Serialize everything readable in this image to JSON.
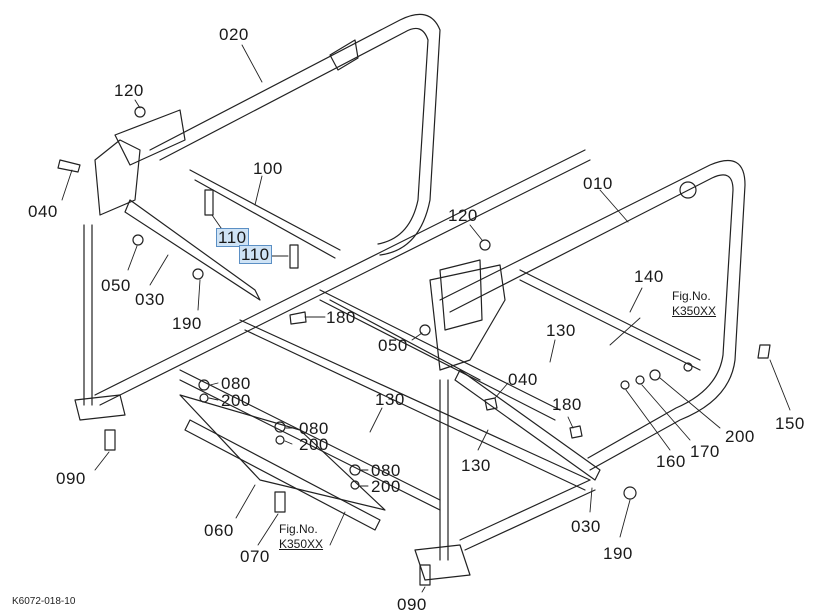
{
  "diagram": {
    "drawing_id": "K6072-018-10",
    "highlight_color": "#cfe3f5",
    "highlight_border": "#5b8fc4",
    "callouts": [
      {
        "id": "c020",
        "label": "020",
        "highlighted": false
      },
      {
        "id": "c120a",
        "label": "120",
        "highlighted": false
      },
      {
        "id": "c040a",
        "label": "040",
        "highlighted": false
      },
      {
        "id": "c100",
        "label": "100",
        "highlighted": false
      },
      {
        "id": "c110a",
        "label": "110",
        "highlighted": true
      },
      {
        "id": "c110b",
        "label": "110",
        "highlighted": true
      },
      {
        "id": "c050a",
        "label": "050",
        "highlighted": false
      },
      {
        "id": "c030a",
        "label": "030",
        "highlighted": false
      },
      {
        "id": "c190a",
        "label": "190",
        "highlighted": false
      },
      {
        "id": "c180a",
        "label": "180",
        "highlighted": false
      },
      {
        "id": "c010",
        "label": "010",
        "highlighted": false
      },
      {
        "id": "c120b",
        "label": "120",
        "highlighted": false
      },
      {
        "id": "c140",
        "label": "140",
        "highlighted": false
      },
      {
        "id": "c130a",
        "label": "130",
        "highlighted": false
      },
      {
        "id": "c050b",
        "label": "050",
        "highlighted": false
      },
      {
        "id": "c040b",
        "label": "040",
        "highlighted": false
      },
      {
        "id": "c080a",
        "label": "080",
        "highlighted": false
      },
      {
        "id": "c200a",
        "label": "200",
        "highlighted": false
      },
      {
        "id": "c130b",
        "label": "130",
        "highlighted": false
      },
      {
        "id": "c080b",
        "label": "080",
        "highlighted": false
      },
      {
        "id": "c200b",
        "label": "200",
        "highlighted": false
      },
      {
        "id": "c080c",
        "label": "080",
        "highlighted": false
      },
      {
        "id": "c200c",
        "label": "200",
        "highlighted": false
      },
      {
        "id": "c130c",
        "label": "130",
        "highlighted": false
      },
      {
        "id": "c180b",
        "label": "180",
        "highlighted": false
      },
      {
        "id": "c150",
        "label": "150",
        "highlighted": false
      },
      {
        "id": "c200d",
        "label": "200",
        "highlighted": false
      },
      {
        "id": "c170",
        "label": "170",
        "highlighted": false
      },
      {
        "id": "c160",
        "label": "160",
        "highlighted": false
      },
      {
        "id": "c090a",
        "label": "090",
        "highlighted": false
      },
      {
        "id": "c060",
        "label": "060",
        "highlighted": false
      },
      {
        "id": "c070",
        "label": "070",
        "highlighted": false
      },
      {
        "id": "c030b",
        "label": "030",
        "highlighted": false
      },
      {
        "id": "c190b",
        "label": "190",
        "highlighted": false
      },
      {
        "id": "c090b",
        "label": "090",
        "highlighted": false
      }
    ],
    "figure_refs": [
      {
        "label": "Fig.No.",
        "code": "K350XX"
      },
      {
        "label": "Fig.No.",
        "code": "K350XX"
      }
    ]
  }
}
